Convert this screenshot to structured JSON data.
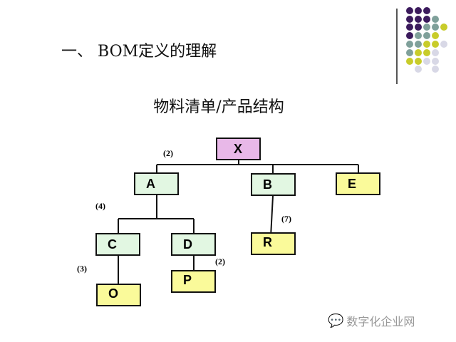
{
  "slide": {
    "title": "一、 BOM定义的理解",
    "subtitle": "物料清单/产品结构"
  },
  "colors": {
    "purple": "#3b1a5c",
    "teal": "#7fa09a",
    "yellow": "#c8cc2a",
    "lavender": "#d8d8e6",
    "root": "#e8b8e8",
    "assembly": "#e2f7e2",
    "part": "#fafa9a"
  },
  "dots": [
    [
      "P",
      "P",
      "P",
      "",
      ""
    ],
    [
      "P",
      "P",
      "P",
      "T",
      ""
    ],
    [
      "P",
      "P",
      "T",
      "T",
      "Y"
    ],
    [
      "P",
      "T",
      "T",
      "Y",
      ""
    ],
    [
      "T",
      "T",
      "Y",
      "Y",
      "L"
    ],
    [
      "T",
      "Y",
      "Y",
      "L",
      ""
    ],
    [
      "Y",
      "Y",
      "L",
      "L",
      ""
    ],
    [
      "",
      "L",
      "",
      "L",
      ""
    ]
  ],
  "tree": {
    "nodes": {
      "X": "X",
      "A": "A",
      "B": "B",
      "E": "E",
      "C": "C",
      "D": "D",
      "R": "R",
      "O": "O",
      "P": "P"
    },
    "quantities": {
      "A": "(2)",
      "C": "(4)",
      "R": "(7)",
      "O": "(3)",
      "P": "(2)"
    }
  },
  "watermark": {
    "icon": "wechat-icon",
    "text": "数字化企业网"
  }
}
